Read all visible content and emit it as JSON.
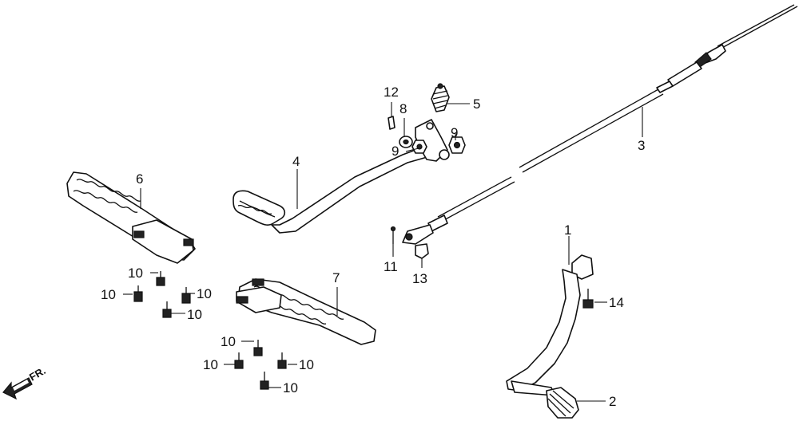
{
  "callouts": {
    "c1": "1",
    "c2": "2",
    "c3": "3",
    "c4": "4",
    "c5": "5",
    "c6": "6",
    "c7": "7",
    "c8": "8",
    "c9a": "9",
    "c9b": "9",
    "c10a": "10",
    "c10b": "10",
    "c10c": "10",
    "c10d": "10",
    "c10e": "10",
    "c10f": "10",
    "c10g": "10",
    "c10h": "10",
    "c11": "11",
    "c12": "12",
    "c13": "13",
    "c14": "14"
  },
  "front_marker": "FR."
}
